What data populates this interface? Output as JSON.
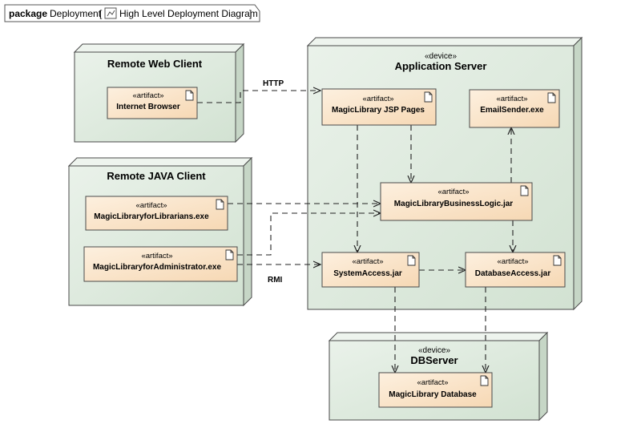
{
  "header": {
    "keyword": "package",
    "name": "Deployment",
    "bracket_open": "[",
    "diagram_title": "High Level Deployment Diagram",
    "bracket_close": "]",
    "diagram_icon": "diagram-icon"
  },
  "nodes": {
    "remote_web_client": {
      "title": "Remote Web Client"
    },
    "remote_java_client": {
      "title": "Remote JAVA Client"
    },
    "app_server": {
      "stereotype": "«device»",
      "title": "Application Server"
    },
    "db_server": {
      "stereotype": "«device»",
      "title": "DBServer"
    }
  },
  "artifacts": {
    "internet_browser": {
      "stereotype": "«artifact»",
      "name": "Internet Browser"
    },
    "librarians_exe": {
      "stereotype": "«artifact»",
      "name": "MagicLibraryforLibrarians.exe"
    },
    "administrator_exe": {
      "stereotype": "«artifact»",
      "name": "MagicLibraryforAdministrator.exe"
    },
    "jsp_pages": {
      "stereotype": "«artifact»",
      "name": "MagicLibrary JSP Pages"
    },
    "email_sender": {
      "stereotype": "«artifact»",
      "name": "EmailSender.exe"
    },
    "business_logic": {
      "stereotype": "«artifact»",
      "name": "MagicLibraryBusinessLogic.jar"
    },
    "system_access": {
      "stereotype": "«artifact»",
      "name": "SystemAccess.jar"
    },
    "database_access": {
      "stereotype": "«artifact»",
      "name": "DatabaseAccess.jar"
    },
    "library_database": {
      "stereotype": "«artifact»",
      "name": "MagicLibrary Database"
    }
  },
  "edge_labels": {
    "http": "HTTP",
    "rmi": "RMI"
  },
  "colors": {
    "node_fill": "#dde9dd",
    "node_side": "#c9d9c9",
    "artifact_fill": "#fbe3c6",
    "stroke": "#3a3a3a"
  },
  "icons": {
    "artifact": "document-icon"
  }
}
